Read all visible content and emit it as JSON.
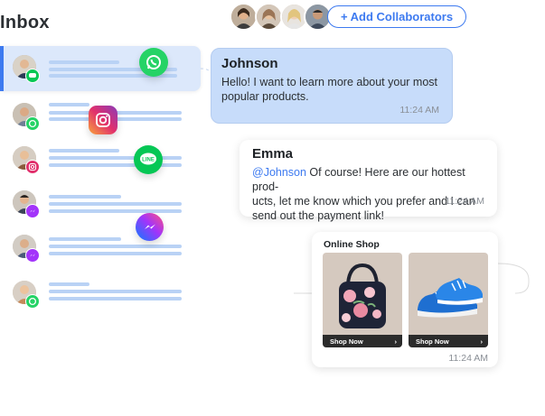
{
  "inbox": {
    "title": "Inbox",
    "conversations": [
      {
        "channel": "line-icon",
        "active": true
      },
      {
        "channel": "whatsapp-icon",
        "active": false
      },
      {
        "channel": "instagram-icon",
        "active": false
      },
      {
        "channel": "messenger-icon",
        "active": false
      },
      {
        "channel": "messenger-icon",
        "active": false
      },
      {
        "channel": "whatsapp-icon",
        "active": false
      }
    ]
  },
  "collaborators": {
    "button_label": "+ Add Collaborators",
    "avatar_count": 4
  },
  "chat": {
    "messages": [
      {
        "sender": "Johnson",
        "text": "Hello! I want to learn more about your most popular products.",
        "time": "11:24 AM"
      },
      {
        "sender": "Emma",
        "mention": "@Johnson",
        "text_line1": " Of course! Here are our hottest prod-",
        "text_line2": "ucts, let me know which you prefer and I can",
        "text_line3": "send out the payment link!",
        "time": "11:24 AM"
      }
    ],
    "shop_card": {
      "title": "Online Shop",
      "products": [
        {
          "name": "bag",
          "button": "Shop Now"
        },
        {
          "name": "sneakers",
          "button": "Shop Now"
        }
      ],
      "time": "11:24 AM"
    }
  },
  "colors": {
    "accent": "#3d7af0",
    "whatsapp": "#25d366",
    "line": "#06c755",
    "messenger": "#a334fa",
    "instagram": "#e1306c"
  }
}
